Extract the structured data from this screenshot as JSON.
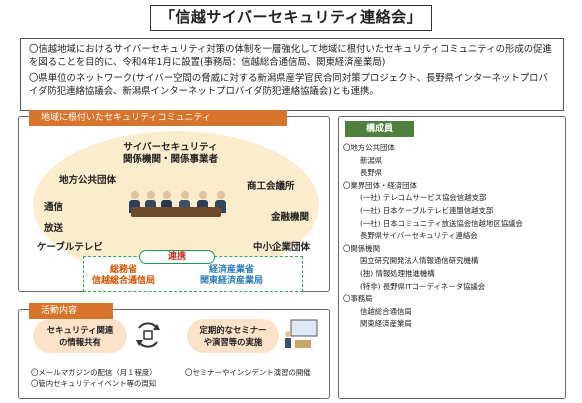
{
  "title": "「信越サイバーセキュリティ連絡会」",
  "intro": {
    "p1": "〇信越地域におけるサイバーセキュリティ対策の体制を一層強化して地域に根付いたセキュリティコミュニティの形成の促進を図ることを目的に、令和4年1月に設置(事務局：信越総合通信局、関東経済産業局)",
    "p2": "〇県単位のネットワーク(サイバー空間の脅威に対する新潟県産学官民合同対策プロジェクト、長野県インターネットプロバイダ防犯連絡協議会、新潟県インターネットプロバイダ防犯連絡協議会)とも連携。"
  },
  "community": {
    "header": "地域に根付いたセキュリティコミュニティ",
    "security_line1": "サイバーセキュリティ",
    "security_line2": "関係機関・関係事業者",
    "local_gov": "地方公共団体",
    "chamber": "商工会議所",
    "telecom": "通信",
    "broadcast": "放送",
    "finance": "金融機関",
    "cable": "ケーブルテレビ",
    "sme": "中小企業団体",
    "renkei": "連携",
    "mic_line1": "総務省",
    "mic_line2": "信越総合通信局",
    "meti_line1": "経済産業省",
    "meti_line2": "関東経済産業局"
  },
  "members": {
    "header": "構成員",
    "lines": [
      {
        "text": "〇地方公共団体",
        "type": "cat"
      },
      {
        "text": "新潟県",
        "type": "item"
      },
      {
        "text": "長野県",
        "type": "item"
      },
      {
        "text": "〇業界団体・経済団体",
        "type": "cat"
      },
      {
        "text": "(一社) テレコムサービス協会信越支部",
        "type": "item"
      },
      {
        "text": "(一社) 日本ケーブルテレビ連盟信越支部",
        "type": "item"
      },
      {
        "text": "(一社) 日本コミュニティ放送協会信越地区協議会",
        "type": "item"
      },
      {
        "text": "長野県サイバーセキュリティ連絡会",
        "type": "item"
      },
      {
        "text": "〇関係機関",
        "type": "cat"
      },
      {
        "text": "国立研究開発法人情報通信研究機構",
        "type": "item"
      },
      {
        "text": "(独) 情報処理推進機構",
        "type": "item"
      },
      {
        "text": "(特非) 長野県ITコーディネータ協議会",
        "type": "item"
      },
      {
        "text": "〇事務局",
        "type": "cat"
      },
      {
        "text": "信越総合通信局",
        "type": "item"
      },
      {
        "text": "関東経済産業局",
        "type": "item"
      }
    ]
  },
  "activities": {
    "header": "活動内容",
    "share_line1": "セキュリティ関連",
    "share_line2": "の情報共有",
    "seminar_line1": "定期的なセミナー",
    "seminar_line2": "や演習等の実施",
    "note1": "〇メールマガジンの配信（月１程度）",
    "note2": "〇管内セキュリティイベント等の周知",
    "note3": "〇セミナーやインシデント演習の開催"
  },
  "colors": {
    "orange_header": "#d7732a",
    "green_header": "#4f7f3e",
    "ellipse_fill": "#fbeccd",
    "pill_fill": "#fbe2c9",
    "mic_text": "#d35400",
    "meti_text": "#2b7bb9",
    "dash_border": "#2fa84f"
  }
}
